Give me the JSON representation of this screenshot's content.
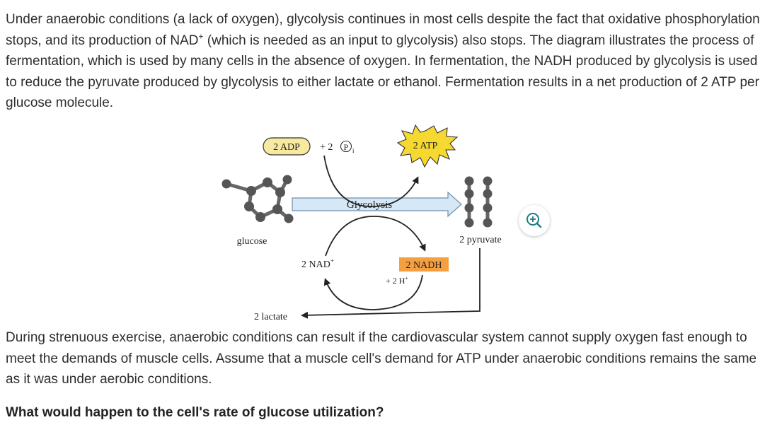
{
  "intro": {
    "part1": "Under anaerobic conditions (a lack of oxygen), glycolysis continues in most cells despite the fact that oxidative phosphorylation stops, and its production of NAD",
    "sup": "+",
    "part2": " (which is needed as an input to glycolysis) also stops. The diagram illustrates the process of fermentation, which is used by many cells in the absence of oxygen. In fermentation, the NADH produced by glycolysis is used to reduce the pyruvate produced by glycolysis to either lactate or ethanol. Fermentation results in a net production of 2 ATP per glucose molecule."
  },
  "diagram": {
    "adp": "2 ADP",
    "pi": "+ 2",
    "pi_symbol": "P",
    "pi_sub": "i",
    "atp": "2 ATP",
    "glycolysis": "Glycolysis",
    "glucose": "glucose",
    "pyruvate": "2 pyruvate",
    "nad": "2 NAD",
    "nad_sup": "+",
    "nadh": "2 NADH",
    "h": "+ 2 H",
    "h_sup": "+",
    "lactate": "2 lactate",
    "colors": {
      "adp_fill": "#f7e9a0",
      "atp_fill": "#f5d830",
      "nadh_fill": "#f5a040",
      "arrow_fill": "#d6e8f5",
      "atom": "#555555"
    }
  },
  "zoom": {
    "icon": "zoom-in-icon"
  },
  "exercise": "During strenuous exercise, anaerobic conditions can result if the cardiovascular system cannot supply oxygen fast enough to meet the demands of muscle cells. Assume that a muscle cell's demand for ATP under anaerobic conditions remains the same as it was under aerobic conditions.",
  "question": "What would happen to the cell's rate of glucose utilization?"
}
